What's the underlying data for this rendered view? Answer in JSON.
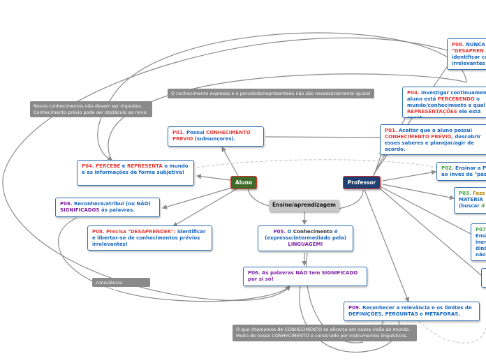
{
  "hubs": {
    "aluno": "Aluno",
    "professor": "Professor",
    "ensino": "Ensino/aprendizagem"
  },
  "notes": {
    "novos": [
      "Novos conhecimentos não devem ser impostos.",
      "Conhecimento prévio pode ser obstáculo ao novo."
    ],
    "expresso": "O conhecimento expresso e o percebido/representado não são necessariamente iguais!",
    "consciencia": "consciência semântica",
    "chamamos": [
      "O que chamamos de CONHECIMENTO se alicerça em nossa visão de mundo.",
      "Muito do nosso CONHECIMENTO é construído por instrumentos linguísticos."
    ]
  },
  "aluno_nodes": {
    "p01_id": "P01.",
    "p01_a": "Possui",
    "p01_b": "CONHECIMENTO",
    "p01_c": "PRÉVIO",
    "p01_d": "(subsunçores).",
    "p04_id": "P04.",
    "p04_a": "PERCEBE",
    "p04_b": "e",
    "p04_c": "REPRESENTA",
    "p04_d": "o mundo e as informações de forma subjetiva!",
    "p06_id": "P06.",
    "p06_a": "Reconhece/atribui (ou NÃO)",
    "p06_b": "SIGNIFICADOS",
    "p06_c": "às palavras.",
    "p08_id": "P08.",
    "p08_a": "Precisa \"DESAPRENDER\":",
    "p08_b": "identificar e  libertar-se de conhecimentos prévios irrelevantes!"
  },
  "center_nodes": {
    "p05_id": "P05.",
    "p05_a": "O",
    "p05_b": "Conhecimento",
    "p05_c": "é (expresso/intermediado pela)",
    "p05_d": "LINGUAGEM!",
    "p06_id": "P06.",
    "p06_a": "As palavras NÃO tem SIGNIFICADO por si só!"
  },
  "prof_nodes": {
    "p08_id": "P08.",
    "p08_a": "NUNCA",
    "p08_b": "\"DESAPREN",
    "p08_c": "identificar co",
    "p08_d": "irrelevantes",
    "p04_id": "P04.",
    "p04_a": "Investigar continuamen",
    "p04_b": "aluno está",
    "p04_c": "PERCEBENDO",
    "p04_d": "o",
    "p04_e": "mundo/conhecimento e qual",
    "p04_f": "REPRESENTAÇÕES",
    "p04_g": "ele está const",
    "p01_id": "P01.",
    "p01_a": "Aceitar que o aluno possui",
    "p01_b": "CONHECIMENTO PRÉVIO",
    "p01_c": ", descobrir esses saberes e planejar/agir de acordo.",
    "p02_id": "P02.",
    "p02_a": "Ensinar a P",
    "p02_b": "ao invés de \"pas",
    "p03_id": "P03.",
    "p03_a": "Faze",
    "p03_b": "MATERIA",
    "p03_c": "(buscar",
    "p03_d": "d",
    "p07_id": "P07",
    "p07_a": "Ensi",
    "p07_b": "inerc",
    "p07_c": "dinâ",
    "p07_d": "não",
    "p09_id": "P09.",
    "p09_a": "Reconhecer a relevância e os limites de DEFINIÇÕES, PERGUNTAS e METÁFORAS."
  }
}
